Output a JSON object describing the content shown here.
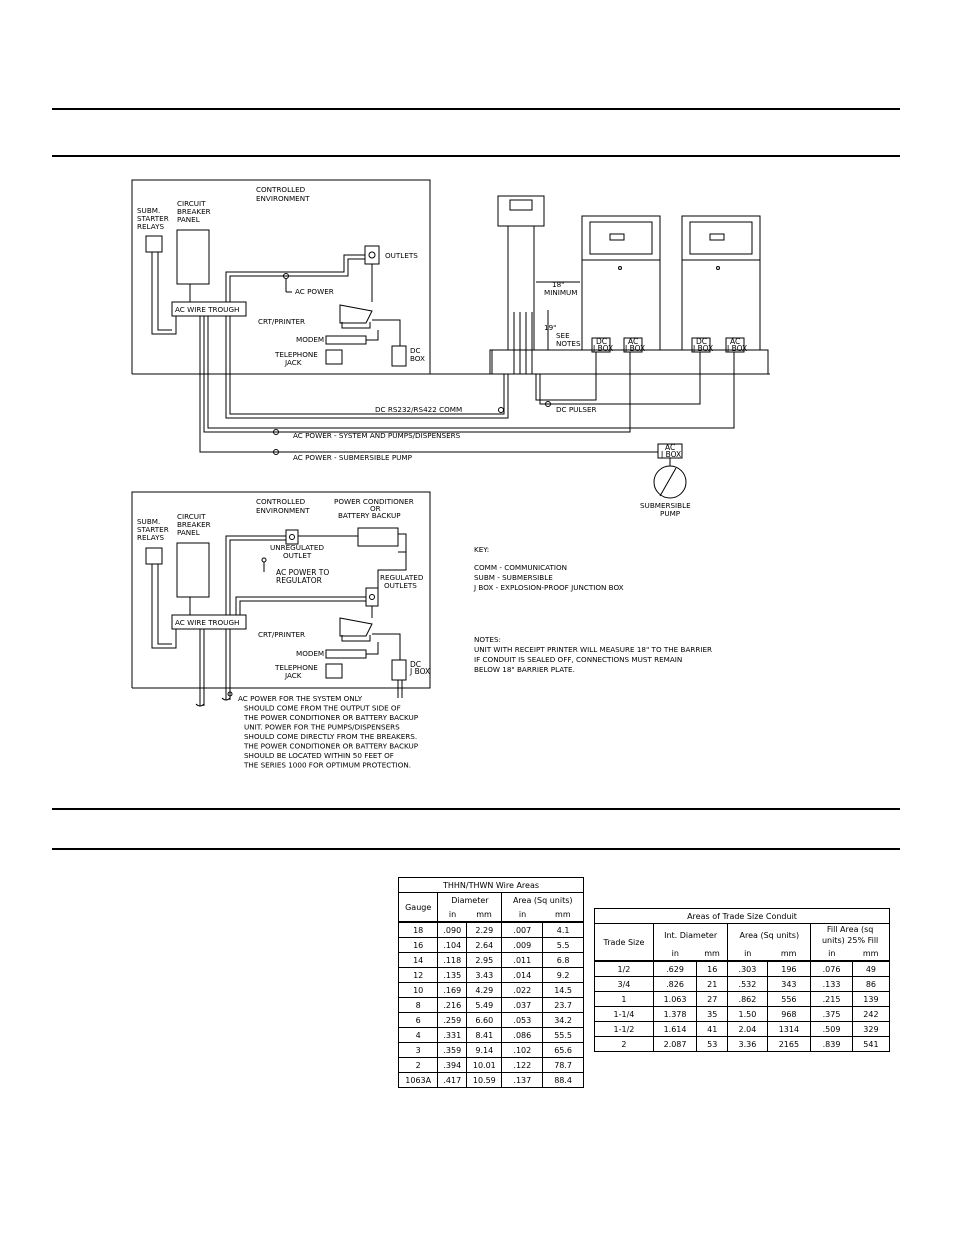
{
  "diagram1": {
    "controlled_environment": "CONTROLLED\nENVIRONMENT",
    "subm_starter_relays": [
      "SUBM.",
      "STARTER",
      "RELAYS"
    ],
    "circuit_breaker_panel": [
      "CIRCUIT",
      "BREAKER",
      "PANEL"
    ],
    "ac_wire_trough": "AC WIRE TROUGH",
    "outlets": "OUTLETS",
    "ac_power": "AC POWER",
    "crt_printer": "CRT/PRINTER",
    "modem": "MODEM",
    "telephone_jack": [
      "TELEPHONE",
      "JACK"
    ],
    "dc_box": [
      "DC",
      "BOX"
    ],
    "minimum_label": [
      "18\"",
      "MINIMUM"
    ],
    "see_notes": [
      "19\"",
      "SEE",
      "NOTES"
    ],
    "dc_j_box": [
      "DC",
      "J BOX"
    ],
    "ac_j_box": [
      "AC",
      "J BOX"
    ],
    "dc_comm": "DC RS232/RS422 COMM",
    "dc_pulser": "DC PULSER",
    "ac_power_system": "AC POWER - SYSTEM AND PUMPS/DISPENSERS",
    "ac_power_submersible": "AC POWER - SUBMERSIBLE PUMP",
    "submersible_pump": [
      "SUBMERSIBLE",
      "PUMP"
    ]
  },
  "diagram2": {
    "controlled_environment": [
      "CONTROLLED",
      "ENVIRONMENT"
    ],
    "power_conditioner": [
      "POWER CONDITIONER",
      "OR",
      "BATTERY BACKUP"
    ],
    "unregulated_outlet": [
      "UNREGULATED",
      "OUTLET"
    ],
    "ac_power_to_regulator": [
      "AC POWER TO",
      "REGULATOR"
    ],
    "regulated_outlets": [
      "REGULATED",
      "OUTLETS"
    ],
    "subm_starter_relays": [
      "SUBM.",
      "STARTER",
      "RELAYS"
    ],
    "circuit_breaker_panel": [
      "CIRCUIT",
      "BREAKER",
      "PANEL"
    ],
    "ac_wire_trough": "AC WIRE TROUGH",
    "crt_printer": "CRT/PRINTER",
    "modem": "MODEM",
    "telephone_jack": [
      "TELEPHONE",
      "JACK"
    ],
    "dc_j_box": [
      "DC",
      "J BOX"
    ],
    "ac_power_note": [
      "AC POWER FOR THE SYSTEM ONLY",
      "SHOULD COME FROM THE OUTPUT SIDE OF",
      "THE POWER CONDITIONER OR BATTERY BACKUP",
      "UNIT.  POWER FOR THE PUMPS/DISPENSERS",
      "SHOULD COME DIRECTLY FROM THE BREAKERS.",
      "THE POWER CONDITIONER OR BATTERY BACKUP",
      "SHOULD BE LOCATED WITHIN 50 FEET OF",
      "THE SERIES 1000 FOR OPTIMUM PROTECTION."
    ]
  },
  "key": {
    "title": "KEY:",
    "items": [
      "COMM  -  COMMUNICATION",
      "SUBM  -  SUBMERSIBLE",
      "J BOX  -  EXPLOSION-PROOF JUNCTION BOX"
    ]
  },
  "notes": {
    "title": "NOTES:",
    "lines": [
      "UNIT WITH RECEIPT PRINTER WILL MEASURE 18\" TO THE BARRIER",
      "IF CONDUIT IS SEALED OFF, CONNECTIONS MUST REMAIN",
      "BELOW 18\" BARRIER PLATE."
    ]
  },
  "wire_table": {
    "title": "THHN/THWN Wire Areas",
    "headers": {
      "gauge": "Gauge",
      "diameter": "Diameter",
      "area": "Area (Sq units)",
      "in": "in",
      "mm": "mm"
    },
    "rows": [
      [
        "18",
        ".090",
        "2.29",
        ".007",
        "4.1"
      ],
      [
        "16",
        ".104",
        "2.64",
        ".009",
        "5.5"
      ],
      [
        "14",
        ".118",
        "2.95",
        ".011",
        "6.8"
      ],
      [
        "12",
        ".135",
        "3.43",
        ".014",
        "9.2"
      ],
      [
        "10",
        ".169",
        "4.29",
        ".022",
        "14.5"
      ],
      [
        "8",
        ".216",
        "5.49",
        ".037",
        "23.7"
      ],
      [
        "6",
        ".259",
        "6.60",
        ".053",
        "34.2"
      ],
      [
        "4",
        ".331",
        "8.41",
        ".086",
        "55.5"
      ],
      [
        "3",
        ".359",
        "9.14",
        ".102",
        "65.6"
      ],
      [
        "2",
        ".394",
        "10.01",
        ".122",
        "78.7"
      ],
      [
        "1063A",
        ".417",
        "10.59",
        ".137",
        "88.4"
      ]
    ]
  },
  "conduit_table": {
    "title": "Areas of Trade Size Conduit",
    "headers": {
      "trade_size": "Trade Size",
      "int_diameter": "Int. Diameter",
      "area": "Area (Sq units)",
      "fill_area_top": "Fill Area (sq",
      "fill_area_bottom": "units) 25% Fill",
      "in": "in",
      "mm": "mm"
    },
    "rows": [
      [
        "1/2",
        ".629",
        "16",
        ".303",
        "196",
        ".076",
        "49"
      ],
      [
        "3/4",
        ".826",
        "21",
        ".532",
        "343",
        ".133",
        "86"
      ],
      [
        "1",
        "1.063",
        "27",
        ".862",
        "556",
        ".215",
        "139"
      ],
      [
        "1-1/4",
        "1.378",
        "35",
        "1.50",
        "968",
        ".375",
        "242"
      ],
      [
        "1-1/2",
        "1.614",
        "41",
        "2.04",
        "1314",
        ".509",
        "329"
      ],
      [
        "2",
        "2.087",
        "53",
        "3.36",
        "2165",
        ".839",
        "541"
      ]
    ]
  }
}
